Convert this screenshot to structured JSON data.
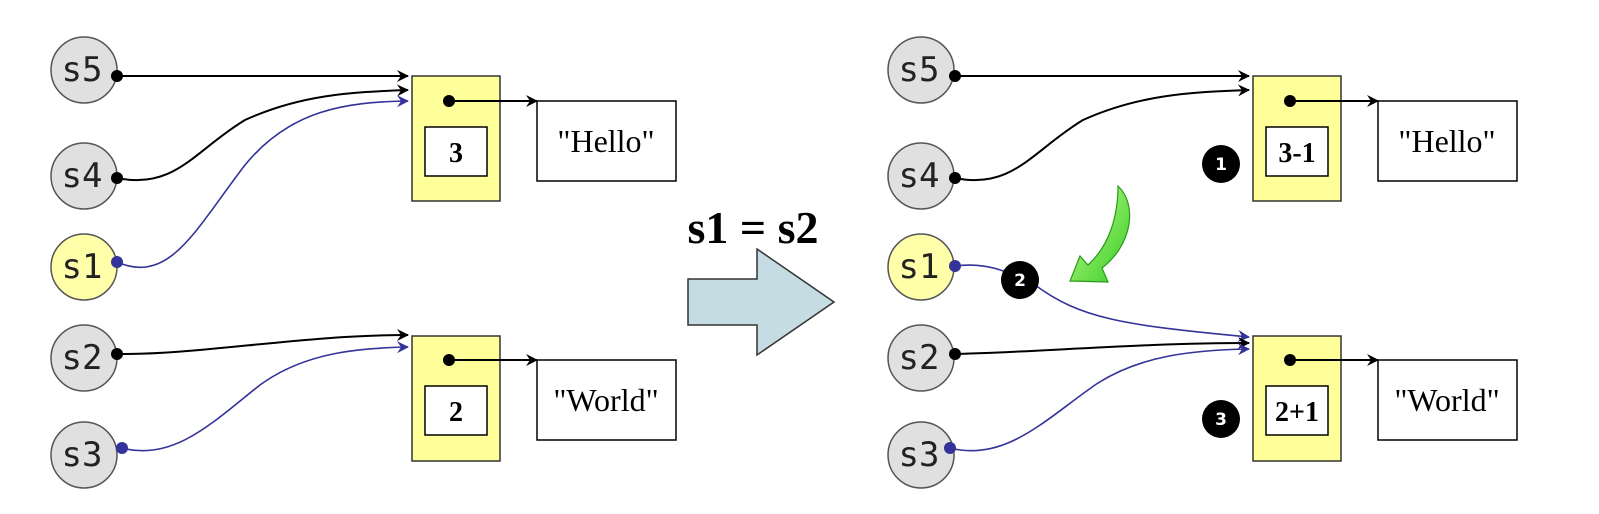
{
  "diagram": {
    "operation": "s1 = s2",
    "variables": {
      "s1": "s1",
      "s2": "s2",
      "s3": "s3",
      "s4": "s4",
      "s5": "s5"
    },
    "strings": {
      "hello": "\"Hello\"",
      "world": "\"World\""
    },
    "before": {
      "hello_count": "3",
      "world_count": "2"
    },
    "after": {
      "hello_count": "3-1",
      "world_count": "2+1"
    },
    "steps": [
      "1",
      "2",
      "3"
    ],
    "colors": {
      "variable_fill": "#e0e0e0",
      "active_variable_fill": "#ffffaa",
      "refcount_box_fill": "#ffff99",
      "arrow_fill": "#c5dde2",
      "link_black": "#000000",
      "link_blue": "#333399",
      "hint_arrow": "#66ee33"
    }
  }
}
